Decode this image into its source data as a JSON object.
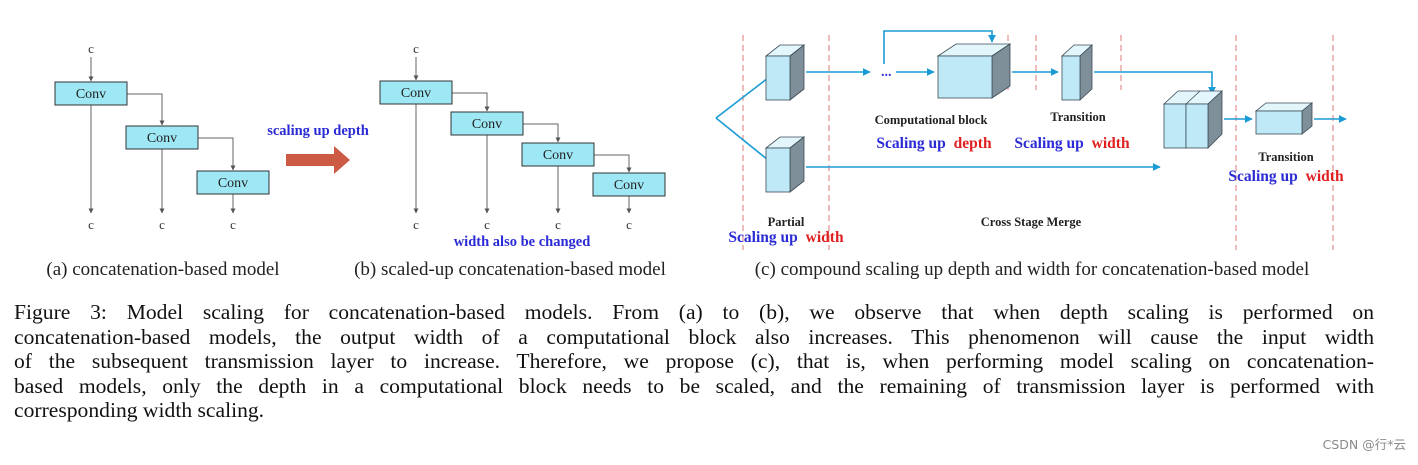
{
  "panel_a": {
    "input_label": "c",
    "blocks": [
      "Conv",
      "Conv",
      "Conv"
    ],
    "outputs": [
      "c",
      "c",
      "c"
    ],
    "subcaption": "(a) concatenation-based model"
  },
  "arrow_label": "scaling up depth",
  "panel_b": {
    "input_label": "c",
    "blocks": [
      "Conv",
      "Conv",
      "Conv",
      "Conv"
    ],
    "outputs": [
      "c",
      "c",
      "c",
      "c"
    ],
    "note": "width also be changed",
    "subcaption": "(b) scaled-up concatenation-based model"
  },
  "panel_c": {
    "computational_block": "Computational block",
    "transition_1": "Transition",
    "transition_2": "Transition",
    "partial": "Partial",
    "cross_stage_merge": "Cross Stage Merge",
    "ellipsis": "...",
    "scaling_up": "Scaling up",
    "depth": "depth",
    "width": "width",
    "subcaption": "(c) compound scaling up depth and width for concatenation-based model"
  },
  "caption": {
    "lines": [
      "Figure 3:  Model scaling for concatenation-based models.  From (a) to (b), we observe that when depth scaling is performed on",
      "concatenation-based models, the output width of a computational block also increases.  This phenomenon will cause the input width",
      "of the subsequent transmission layer to increase. Therefore, we propose (c), that is, when performing model scaling on concatenation-",
      "based models, only the depth in a computational block needs to be scaled, and the remaining of transmission layer is performed with",
      "corresponding width scaling."
    ]
  },
  "watermark": "CSDN @行*云",
  "colors": {
    "conv_fill": "#9ee7f5",
    "cube_front": "#bfe9f7",
    "cube_top": "#e3f6fc",
    "cube_side": "#7f8f99",
    "blue_text": "#2b2bd6",
    "red_text": "#e02020",
    "arrow_blue": "#1b9bd6",
    "big_arrow": "#cc5a44",
    "dashed": "#e8a0a0"
  }
}
